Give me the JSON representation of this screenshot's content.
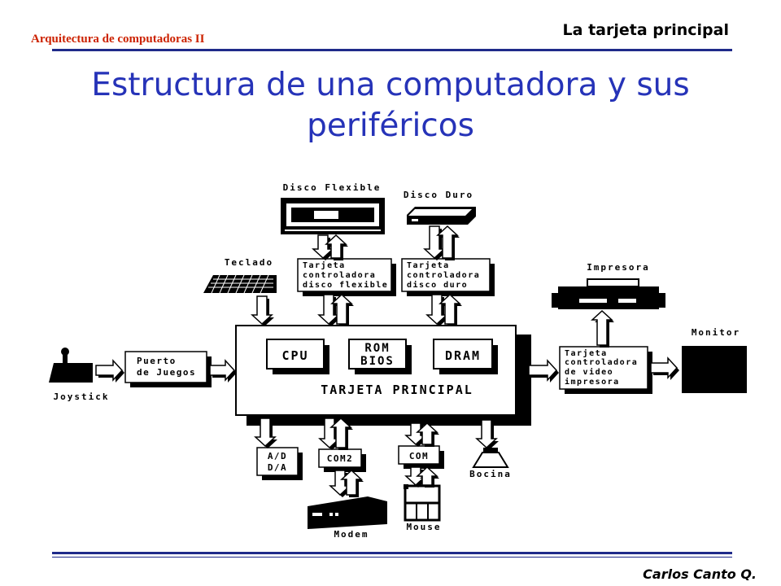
{
  "header": {
    "course": "Arquitectura de computadoras II",
    "section": "La tarjeta principal"
  },
  "title": "Estructura de una computadora y sus periféricos",
  "footer": {
    "author": "Carlos Canto Q."
  },
  "diagram": {
    "main_board": "TARJETA PRINCIPAL",
    "cpu": "CPU",
    "rom_l1": "ROM",
    "rom_l2": "BIOS",
    "dram": "DRAM",
    "floppy": "Disco Flexible",
    "hdd": "Disco Duro",
    "keyboard": "Teclado",
    "floppy_ctrl": [
      "Tarjeta",
      "controladora",
      "disco flexible"
    ],
    "hdd_ctrl": [
      "Tarjeta",
      "controladora",
      "disco duro"
    ],
    "printer": "Impresora",
    "monitor": "Monitor",
    "video_ctrl": [
      "Tarjeta",
      "controladora",
      "de video",
      "impresora"
    ],
    "game_port": [
      "Puerto",
      "de Juegos"
    ],
    "joystick": "Joystick",
    "ad_l1": "A/D",
    "ad_l2": "D/A",
    "com2": "COM2",
    "com": "COM",
    "modem": "Modem",
    "mouse": "Mouse",
    "speaker": "Bocina"
  }
}
